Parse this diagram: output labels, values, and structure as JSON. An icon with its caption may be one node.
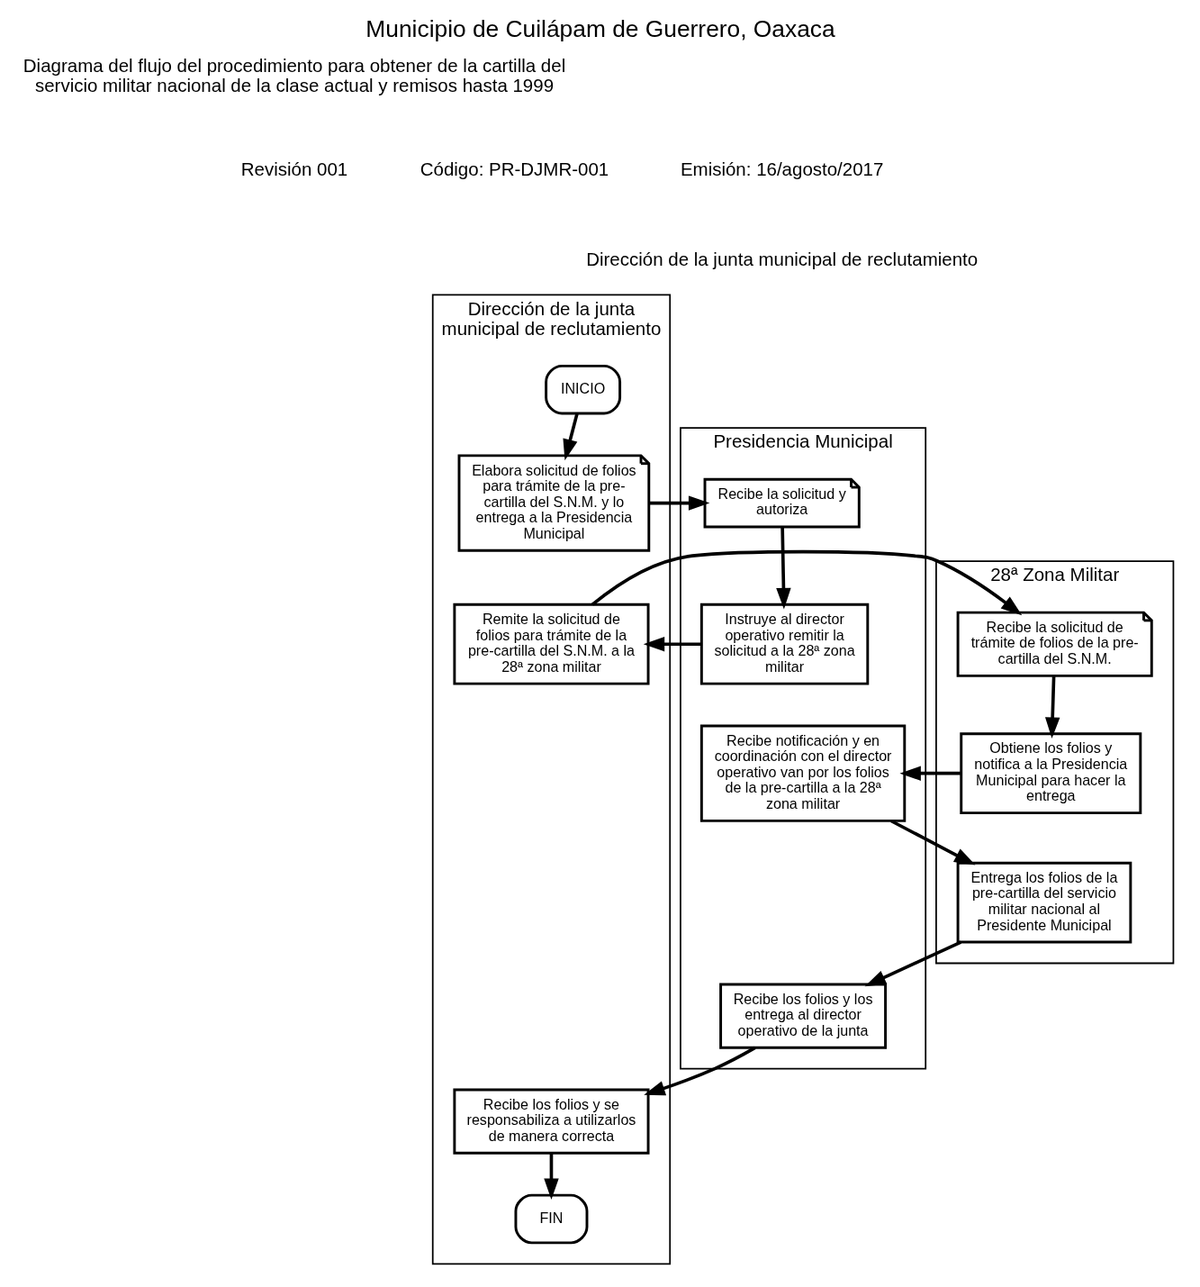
{
  "diagram": {
    "title": "Municipio de Cuilápam de Guerrero, Oaxaca",
    "nodes": [
      {
        "text": [
          "Presidencia Municipal"
        ]
      },
      {
        "text": [
          "Dirección de la junta municipal de reclutamiento"
        ]
      },
      {
        "text": [
          "28ª Zona Militar"
        ]
      },
      {
        "text": [
          "INICIO"
        ],
        "in": 1
      },
      {
        "text": [
          "Elabora solicitud de folios para trámite de la pre-cartilla del S.N.M. y lo entrega a la Presidencia Municipal"
        ],
        "in": 1
      },
      {
        "text": [
          "Recibe la solicitud y autoriza"
        ],
        "in": 0
      },
      {
        "text": [
          "Instruye al director operativo remitir la solicitud a la 28ª zona militar"
        ],
        "in": 0
      },
      {
        "text": [
          "Remite la solicitud de folios para trámite de la pre-cartilla del S.N.M. a la 28ª zona militar"
        ],
        "in": 1
      },
      {
        "text": [
          "Recibe la solicitud de trámite de folios de la pre-cartilla del S.N.M."
        ],
        "in": 2
      },
      {
        "text": [
          "Obtiene los folios y notifica a la Presidencia Municipal para hacer la entrega"
        ],
        "in": 2
      },
      {
        "text": [
          "Recibe notificación y en coordinación con el director operativo van por los folios de la pre-cartilla a la 28ª zona militar"
        ],
        "in": 0
      },
      {
        "text": [
          "Entrega los folios de la pre-cartilla del servicio militar nacional al Presidente Municipal"
        ],
        "in": 2
      },
      {
        "text": [
          "Recibe los folios y los entrega al director operativo de la junta"
        ],
        "in": 0
      },
      {
        "text": [
          "Recibe los folios y se responsabiliza a utilizarlos de manera correcta"
        ],
        "in": 1
      },
      {
        "text": [
          "FIN"
        ],
        "in": 1
      }
    ],
    "edges": [
      {
        "from": 3,
        "to": 4,
        "arrow": "to"
      },
      {
        "from": 4,
        "to": 5,
        "arrow": "to"
      },
      {
        "from": 5,
        "to": 6,
        "arrow": "to"
      },
      {
        "from": 6,
        "to": 7,
        "arrow": "to"
      },
      {
        "from": 7,
        "to": 8,
        "arrow": "to"
      },
      {
        "from": 8,
        "to": 9,
        "arrow": "to"
      },
      {
        "from": 9,
        "to": 10,
        "arrow": "to"
      },
      {
        "from": 10,
        "to": 11,
        "arrow": "to"
      },
      {
        "from": 11,
        "to": 12,
        "arrow": "to"
      },
      {
        "from": 12,
        "to": 13,
        "arrow": "to"
      },
      {
        "from": 13,
        "to": 14,
        "arrow": "to"
      }
    ],
    "labels": [
      "Diagrama del flujo del procedimiento para obtener de la cartilla del servicio militar nacional de la clase actual y remisos hasta 1999",
      "Revisión 001",
      "Código: PR-DJMR-001",
      "Emisión: 16/agosto/2017",
      "Dirección de la junta municipal de reclutamiento"
    ]
  }
}
